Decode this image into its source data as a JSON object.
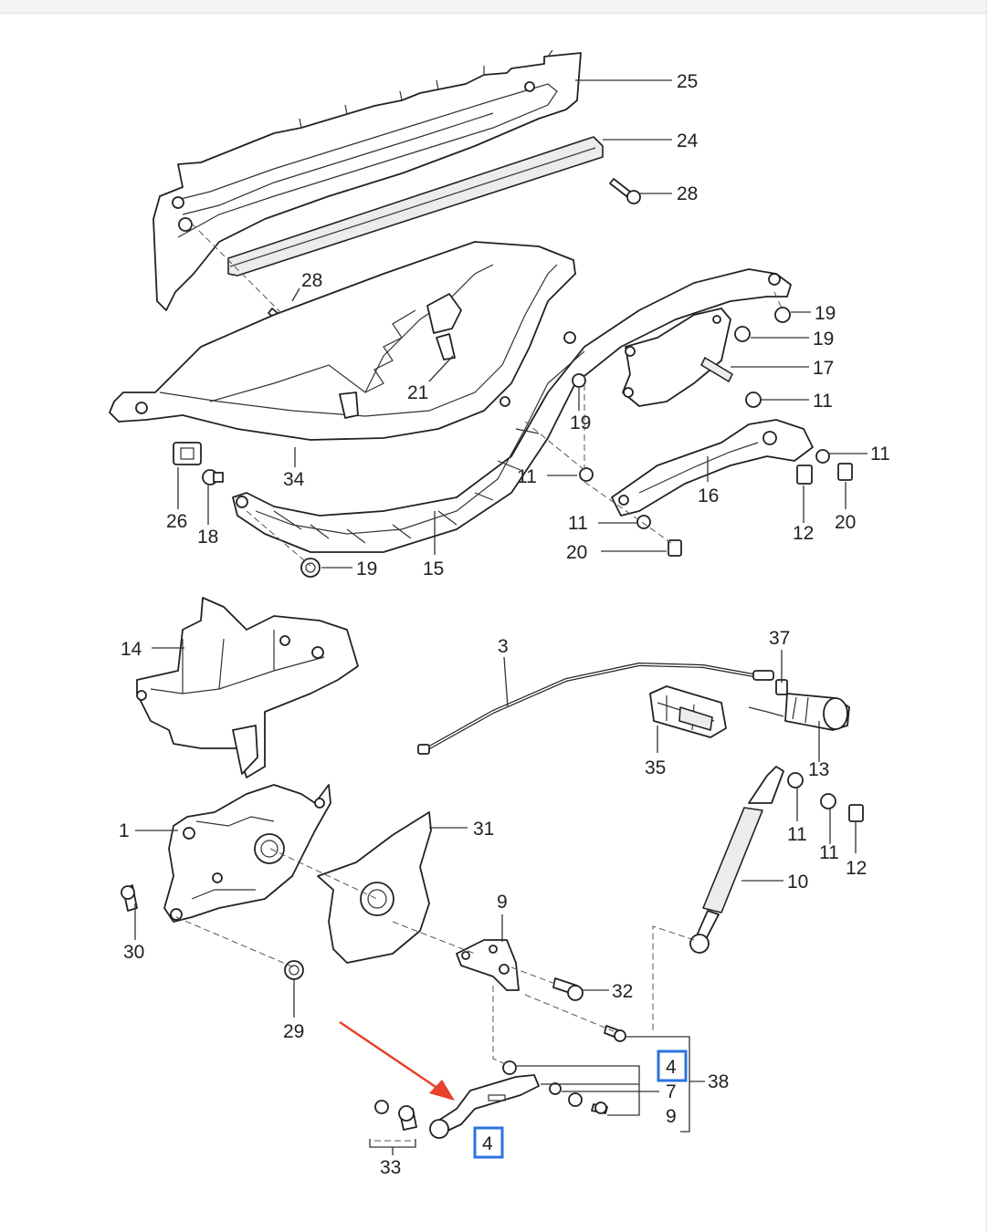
{
  "callouts": {
    "c25": "25",
    "c24": "24",
    "c28a": "28",
    "c28b": "28",
    "c19a": "19",
    "c19b": "19",
    "c17": "17",
    "c11a": "11",
    "c11b": "11",
    "c21": "21",
    "c19c": "19",
    "c11c": "11",
    "c16": "16",
    "c34": "34",
    "c26": "26",
    "c18": "18",
    "c11d": "11",
    "c20a": "20",
    "c12a": "12",
    "c20b": "20",
    "c19d": "19",
    "c15": "15",
    "c14": "14",
    "c3": "3",
    "c37": "37",
    "c35": "35",
    "c13": "13",
    "c1": "1",
    "c31": "31",
    "c11e": "11",
    "c11f": "11",
    "c12b": "12",
    "c10": "10",
    "c30": "30",
    "c9a": "9",
    "c32": "32",
    "c29": "29",
    "c4a": "4",
    "c38": "38",
    "c7": "7",
    "c9b": "9",
    "c4b": "4",
    "c33": "33"
  },
  "colors": {
    "highlight_box": "#2b73e0",
    "pointer_arrow": "#e8412c"
  },
  "annotations": {
    "arrow_icon": "red-arrow-icon"
  }
}
